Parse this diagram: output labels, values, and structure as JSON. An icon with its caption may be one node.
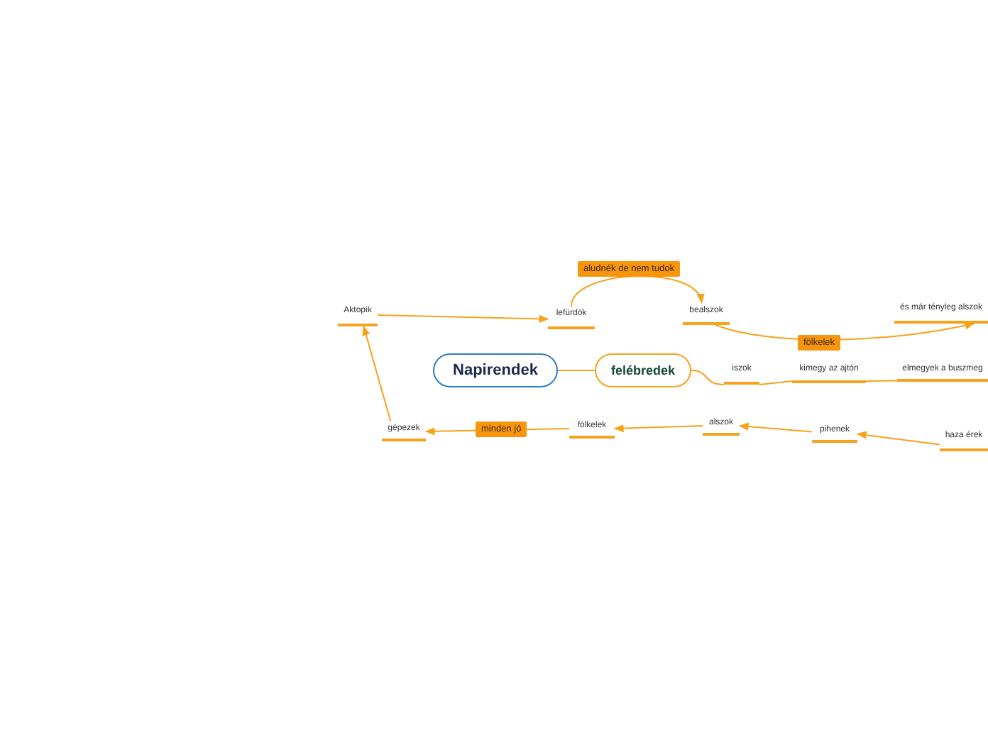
{
  "diagram": {
    "nodes": [
      {
        "text": [
          "Napirendek"
        ]
      },
      {
        "text": [
          "felébredek"
        ]
      },
      {
        "text": [
          "Aktopik"
        ]
      },
      {
        "text": [
          "lefürdök"
        ]
      },
      {
        "text": [
          "bealszok"
        ]
      },
      {
        "text": [
          "és már tényleg alszok"
        ]
      },
      {
        "text": [
          "iszok"
        ]
      },
      {
        "text": [
          "kimegy az ajtón"
        ]
      },
      {
        "text": [
          "elmegyek a buszmeg"
        ]
      },
      {
        "text": [
          "gépezek"
        ]
      },
      {
        "text": [
          "fölkelek"
        ]
      },
      {
        "text": [
          "alszok"
        ]
      },
      {
        "text": [
          "pihenek"
        ]
      },
      {
        "text": [
          "haza érek"
        ]
      }
    ],
    "edges": [
      {
        "from": 0,
        "to": 1,
        "arrow": "none"
      },
      {
        "from": 1,
        "to": 6,
        "arrow": "none"
      },
      {
        "from": 6,
        "to": 7,
        "arrow": "none"
      },
      {
        "from": 7,
        "to": 8,
        "arrow": "none"
      },
      {
        "from": 3,
        "to": 4,
        "arrow": "to",
        "label": "aludnék de nem tudok"
      },
      {
        "from": 4,
        "to": 5,
        "arrow": "to",
        "label": "fölkelek"
      },
      {
        "from": 13,
        "to": 12,
        "arrow": "to"
      },
      {
        "from": 12,
        "to": 11,
        "arrow": "to"
      },
      {
        "from": 11,
        "to": 10,
        "arrow": "to"
      },
      {
        "from": 10,
        "to": 9,
        "arrow": "to",
        "label": "minden jó"
      },
      {
        "from": 9,
        "to": 2,
        "arrow": "to"
      },
      {
        "from": 2,
        "to": 3,
        "arrow": "to"
      }
    ]
  }
}
